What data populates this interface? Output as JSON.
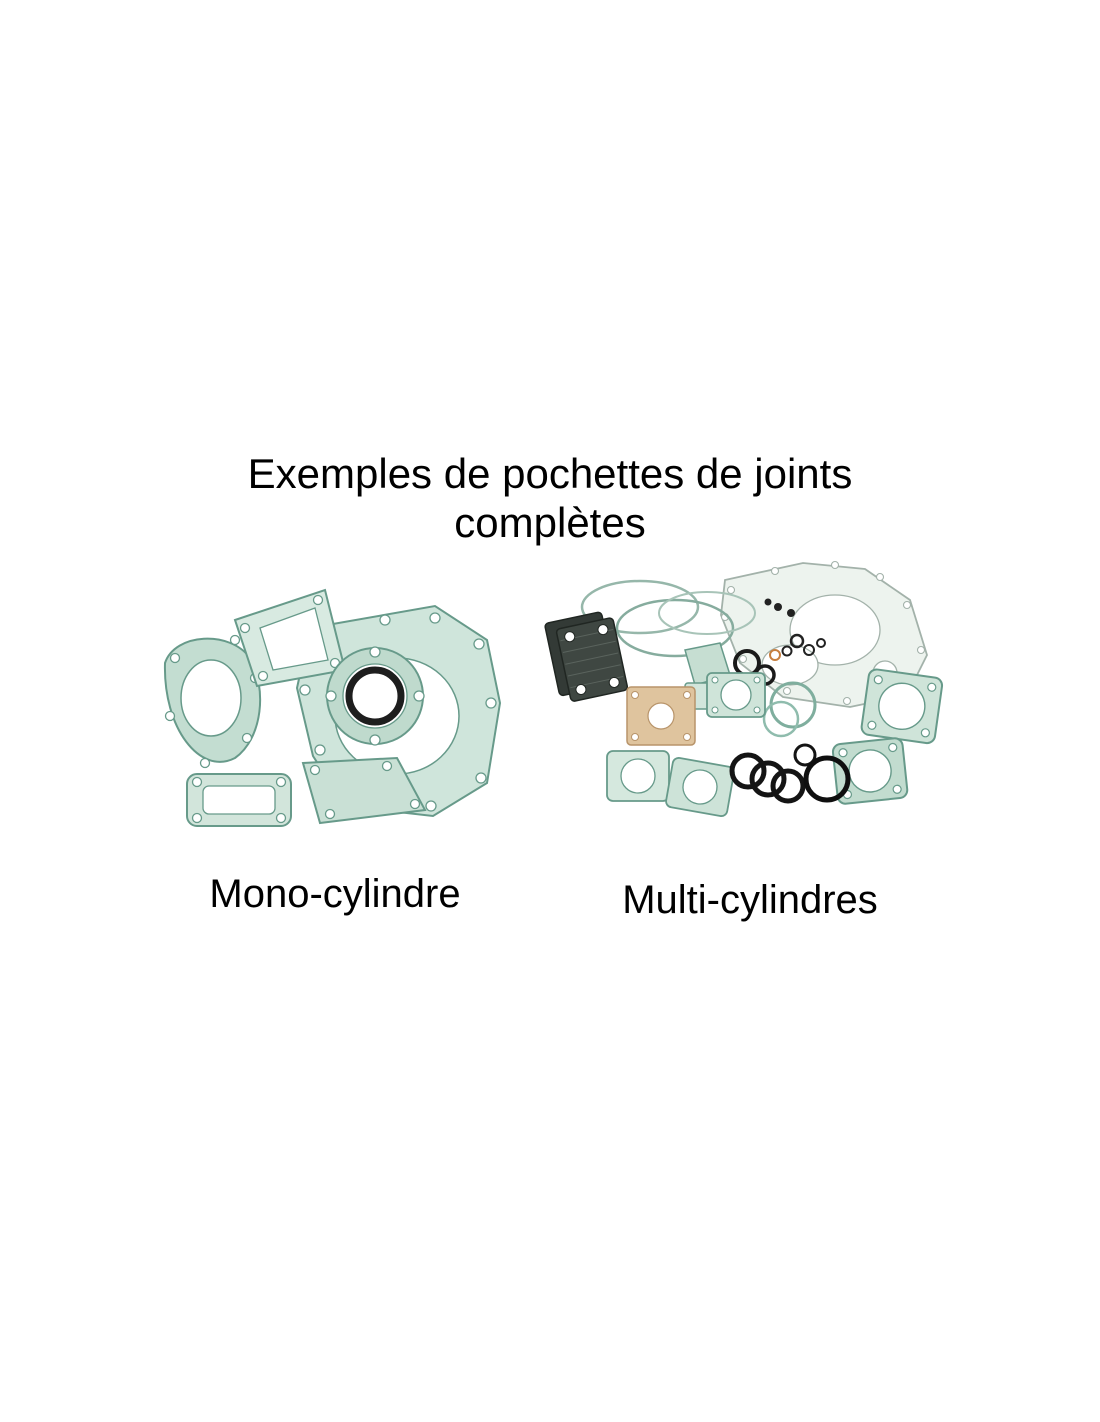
{
  "page": {
    "background": "#ffffff"
  },
  "title": {
    "line1": "Exemples de pochettes de joints",
    "line2": "complètes"
  },
  "figures": [
    {
      "label": "Mono-cylindre",
      "image_name": "mono-cylinder-gasket-kit"
    },
    {
      "label": "Multi-cylindres",
      "image_name": "multi-cylinder-gasket-kit"
    }
  ],
  "colors": {
    "gasket_teal_light": "#cfe5db",
    "gasket_teal_mid": "#bfdacd",
    "gasket_outline": "#679a8a",
    "crankcase_outline_gray": "#a3b2aa",
    "oring_black": "#1a1a1a",
    "paper_tan": "#dfc49e",
    "dark_gasket": "#3f4742",
    "text": "#000000"
  }
}
